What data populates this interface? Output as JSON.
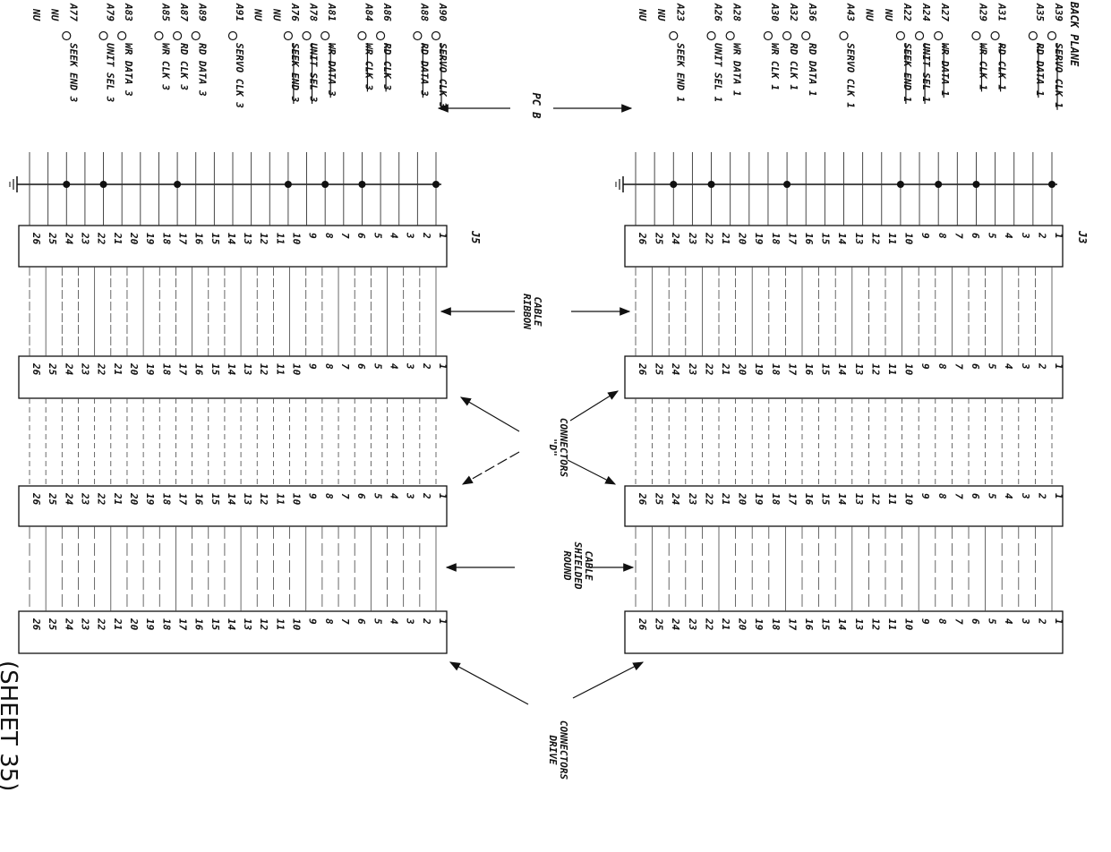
{
  "title": "BACK PLANE",
  "sheet": "(SHEET 35)",
  "labels": {
    "pcb": "PC B",
    "j3": "J3",
    "j5": "J5",
    "ribbon": [
      "RIBBON",
      "CABLE"
    ],
    "d_connectors": [
      "\"D\"",
      "CONNECTORS"
    ],
    "round_cable": [
      "ROUND",
      "SHIELDED",
      "CABLE"
    ],
    "drive_connectors": [
      "DRIVE",
      "CONNECTORS"
    ]
  },
  "pin_numbers": [
    "1",
    "2",
    "3",
    "4",
    "5",
    "6",
    "7",
    "8",
    "9",
    "10",
    "11",
    "12",
    "13",
    "14",
    "15",
    "16",
    "17",
    "18",
    "19",
    "20",
    "21",
    "22",
    "23",
    "24",
    "25",
    "26"
  ],
  "upper_signals": [
    {
      "pin": "A39",
      "name": "SERVO CLK 1",
      "overline": true
    },
    {
      "pin": "A35",
      "name": "RD DATA 1",
      "overline": true
    },
    {
      "pin": "",
      "name": "",
      "overline": false
    },
    {
      "pin": "A31",
      "name": "RD CLK 1",
      "overline": true
    },
    {
      "pin": "A29",
      "name": "WR CLK 1",
      "overline": true
    },
    {
      "pin": "",
      "name": "",
      "overline": false
    },
    {
      "pin": "A27",
      "name": "WR DATA 1",
      "overline": true
    },
    {
      "pin": "A24",
      "name": "UNIT SEL 1",
      "overline": true
    },
    {
      "pin": "A22",
      "name": "SEEK END 1",
      "overline": true
    },
    {
      "pin": "",
      "name": "NU",
      "overline": false
    },
    {
      "pin": "",
      "name": "NU",
      "overline": false
    },
    {
      "pin": "A43",
      "name": "SERVO CLK 1",
      "overline": false
    },
    {
      "pin": "",
      "name": "",
      "overline": false
    },
    {
      "pin": "A36",
      "name": "RD DATA 1",
      "overline": false
    },
    {
      "pin": "A32",
      "name": "RD CLK 1",
      "overline": false
    },
    {
      "pin": "A30",
      "name": "WR CLK 1",
      "overline": false
    },
    {
      "pin": "",
      "name": "",
      "overline": false
    },
    {
      "pin": "A28",
      "name": "WR DATA 1",
      "overline": false
    },
    {
      "pin": "A26",
      "name": "UNIT SEL 1",
      "overline": false
    },
    {
      "pin": "",
      "name": "",
      "overline": false
    },
    {
      "pin": "A23",
      "name": "SEEK END 1",
      "overline": false
    },
    {
      "pin": "",
      "name": "NU",
      "overline": false
    },
    {
      "pin": "",
      "name": "NU",
      "overline": false
    }
  ],
  "lower_signals": [
    {
      "pin": "A90",
      "name": "SERVO CLK 3",
      "overline": true
    },
    {
      "pin": "A88",
      "name": "RD DATA 3",
      "overline": true
    },
    {
      "pin": "",
      "name": "",
      "overline": false
    },
    {
      "pin": "A86",
      "name": "RD CLK 3",
      "overline": true
    },
    {
      "pin": "A84",
      "name": "WR CLK 3",
      "overline": true
    },
    {
      "pin": "",
      "name": "",
      "overline": false
    },
    {
      "pin": "A81",
      "name": "WR DATA 3",
      "overline": true
    },
    {
      "pin": "A78",
      "name": "UNIT SEL 3",
      "overline": true
    },
    {
      "pin": "A76",
      "name": "SEEK END 3",
      "overline": true
    },
    {
      "pin": "",
      "name": "NU",
      "overline": false
    },
    {
      "pin": "",
      "name": "NU",
      "overline": false
    },
    {
      "pin": "A91",
      "name": "SERVO CLK 3",
      "overline": false
    },
    {
      "pin": "",
      "name": "",
      "overline": false
    },
    {
      "pin": "A89",
      "name": "RD DATA 3",
      "overline": false
    },
    {
      "pin": "A87",
      "name": "RD CLK 3",
      "overline": false
    },
    {
      "pin": "A85",
      "name": "WR CLK 3",
      "overline": false
    },
    {
      "pin": "",
      "name": "",
      "overline": false
    },
    {
      "pin": "A83",
      "name": "WR DATA 3",
      "overline": false
    },
    {
      "pin": "A79",
      "name": "UNIT SEL 3",
      "overline": false
    },
    {
      "pin": "",
      "name": "",
      "overline": false
    },
    {
      "pin": "A77",
      "name": "SEEK END 3",
      "overline": false
    },
    {
      "pin": "",
      "name": "NU",
      "overline": false
    },
    {
      "pin": "",
      "name": "NU",
      "overline": false
    }
  ]
}
